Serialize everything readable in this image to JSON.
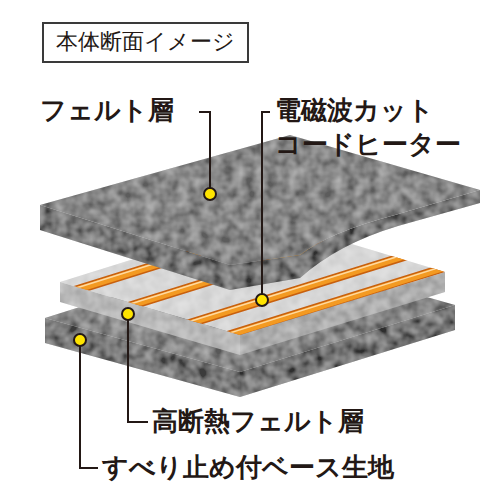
{
  "diagram": {
    "title": "本体断面イメージ",
    "labels": [
      "フェルト層",
      "電磁波カット コードヒーター",
      "高断熱フェルト層",
      "すべり止め付ベース生地"
    ]
  }
}
